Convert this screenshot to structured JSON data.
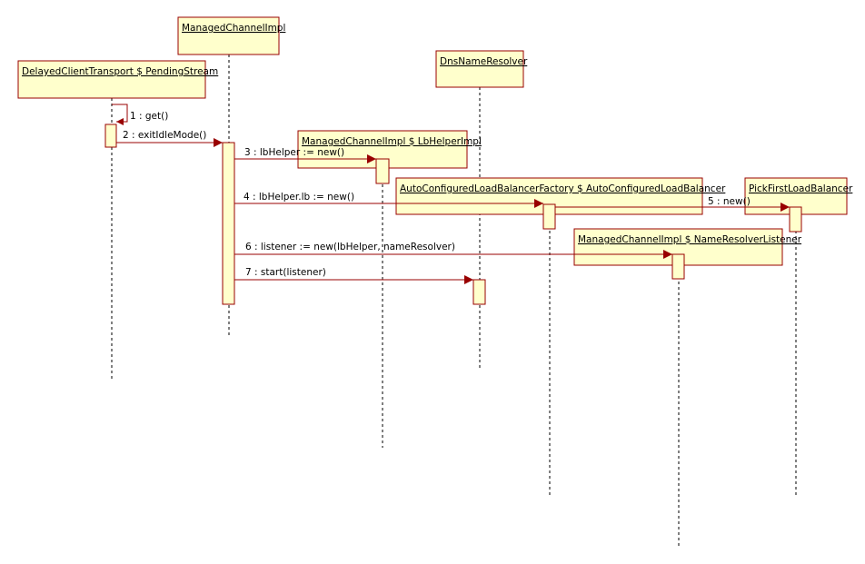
{
  "diagram": {
    "colors": {
      "box_fill": "#ffffcc",
      "box_border": "#990000",
      "message_line": "#990000",
      "text": "#000000"
    },
    "objects": [
      {
        "id": "delayed",
        "label": "DelayedClientTransport $ PendingStream"
      },
      {
        "id": "channel",
        "label": "ManagedChannelImpl"
      },
      {
        "id": "dns",
        "label": "DnsNameResolver"
      },
      {
        "id": "lbhelper",
        "label": "ManagedChannelImpl $ LbHelperImpl"
      },
      {
        "id": "autolb",
        "label": "AutoConfiguredLoadBalancerFactory $ AutoConfiguredLoadBalancer"
      },
      {
        "id": "pickfirst",
        "label": "PickFirstLoadBalancer"
      },
      {
        "id": "listener",
        "label": "ManagedChannelImpl $ NameResolverListener"
      }
    ],
    "messages": [
      {
        "id": "m1",
        "from": "delayed",
        "to": "delayed",
        "label": "1 : get()"
      },
      {
        "id": "m2",
        "from": "delayed",
        "to": "channel",
        "label": "2 : exitIdleMode()"
      },
      {
        "id": "m3",
        "from": "channel",
        "to": "lbhelper",
        "label": "3 : lbHelper := new()"
      },
      {
        "id": "m4",
        "from": "channel",
        "to": "autolb",
        "label": "4 : lbHelper.lb := new()"
      },
      {
        "id": "m5",
        "from": "autolb",
        "to": "pickfirst",
        "label": "5 : new()"
      },
      {
        "id": "m6",
        "from": "channel",
        "to": "listener",
        "label": "6 : listener := new(lbHelper, nameResolver)"
      },
      {
        "id": "m7",
        "from": "channel",
        "to": "dns",
        "label": "7 : start(listener)"
      }
    ]
  }
}
